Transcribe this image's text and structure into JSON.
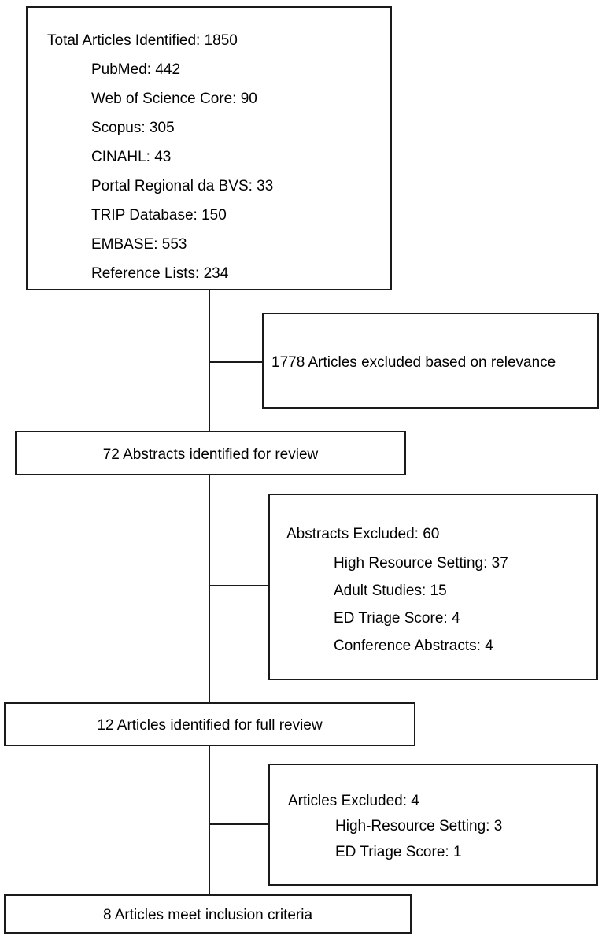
{
  "box1": {
    "title": "Total Articles Identified: 1850",
    "items": [
      "PubMed: 442",
      "Web of Science Core: 90",
      "Scopus: 305",
      "CINAHL: 43",
      "Portal Regional da BVS: 33",
      "TRIP Database: 150",
      "EMBASE: 553",
      "Reference Lists: 234"
    ]
  },
  "excluded_relevance": "1778 Articles excluded based on relevance",
  "abstracts_identified": "72 Abstracts identified for review",
  "abstracts_excluded": {
    "title": "Abstracts Excluded: 60",
    "items": [
      "High Resource Setting: 37",
      "Adult Studies: 15",
      "ED Triage Score: 4",
      "Conference Abstracts: 4"
    ]
  },
  "full_review": "12 Articles identified for full review",
  "articles_excluded": {
    "title": "Articles Excluded: 4",
    "items": [
      "High-Resource Setting: 3",
      "ED Triage Score: 1"
    ]
  },
  "inclusion": "8 Articles meet inclusion criteria"
}
